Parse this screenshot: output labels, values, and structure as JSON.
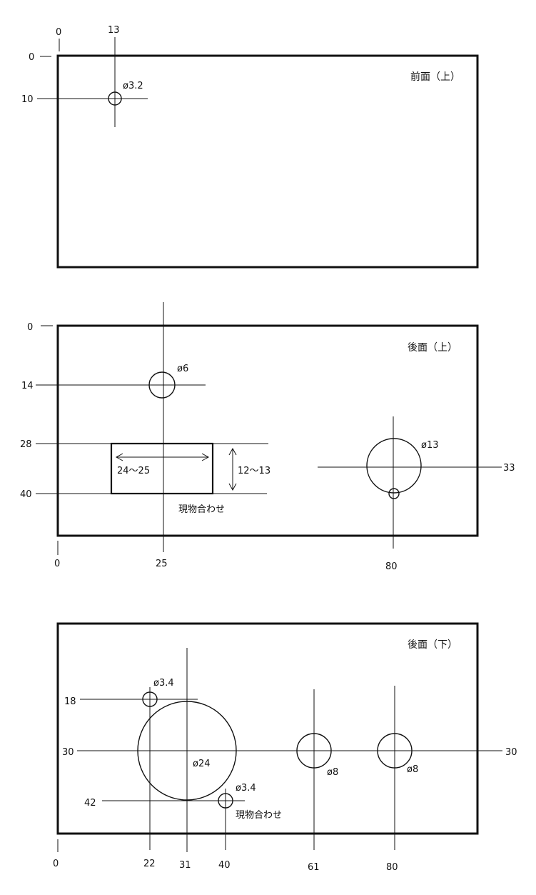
{
  "panels": {
    "front_upper": {
      "title": "前面（上）",
      "x_labels": {
        "zero": "0",
        "hole": "13"
      },
      "y_labels": {
        "zero": "0",
        "hole": "10"
      },
      "hole_label": "ø3.2"
    },
    "rear_upper": {
      "title": "後面（上）",
      "y_labels": {
        "zero": "0",
        "hole": "14",
        "cut_top": "28",
        "cut_bottom": "40"
      },
      "x_labels": {
        "zero": "0",
        "center": "25",
        "right_hole": "80"
      },
      "hole_small_label": "ø6",
      "hole_large_label": "ø13",
      "right_y_label": "33",
      "cutout_width_label": "24～25",
      "cutout_height_label": "12～13",
      "fit_note": "現物合わせ"
    },
    "rear_lower": {
      "title": "後面（下）",
      "y_labels": {
        "top_hole": "18",
        "center": "30",
        "bottom_hole": "42"
      },
      "right_y_label": "30",
      "x_labels": {
        "zero": "0",
        "a": "22",
        "b": "31",
        "c": "40",
        "d": "61",
        "e": "80"
      },
      "hole_top_label": "ø3.4",
      "hole_big_label": "ø24",
      "hole_bottom_label": "ø3.4",
      "hole_61_label": "ø8",
      "hole_80_label": "ø8",
      "fit_note": "現物合わせ"
    }
  }
}
